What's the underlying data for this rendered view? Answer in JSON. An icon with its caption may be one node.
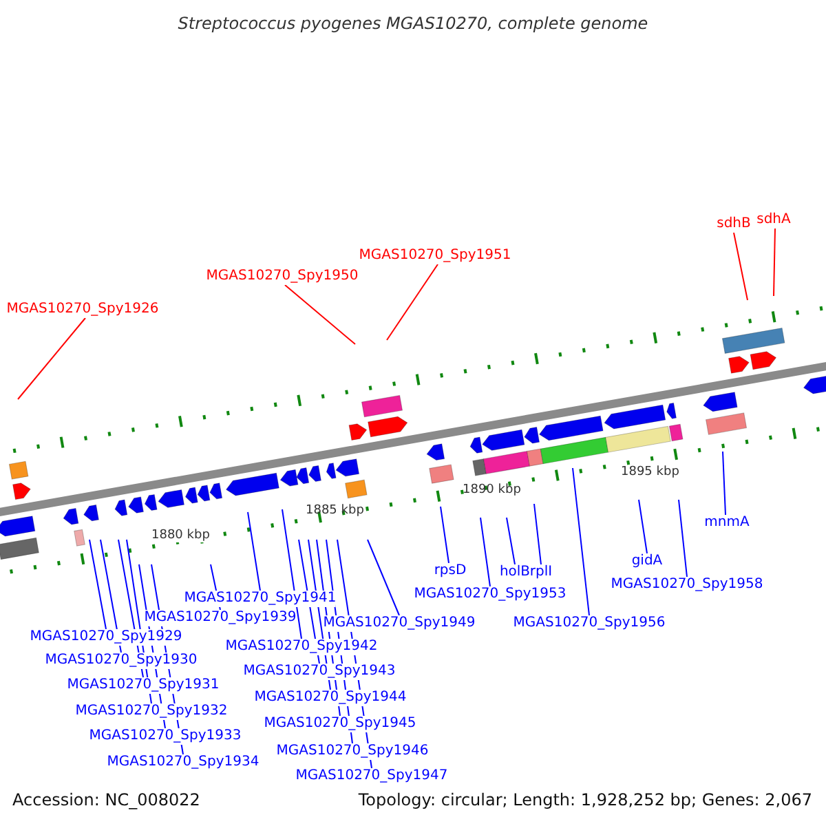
{
  "diagram": {
    "title": "Streptococcus pyogenes MGAS10270, complete genome",
    "nodes": [
      {
        "text": [
          "MGAS10270_Spy1926"
        ]
      },
      {
        "text": [
          "MGAS10270_Spy1950"
        ]
      },
      {
        "text": [
          "MGAS10270_Spy1951"
        ]
      },
      {
        "text": [
          "sdhB"
        ]
      },
      {
        "text": [
          "sdhA"
        ]
      },
      {
        "text": [
          "MGAS10270_Spy1929"
        ]
      },
      {
        "text": [
          "MGAS10270_Spy1930"
        ]
      },
      {
        "text": [
          "MGAS10270_Spy1931"
        ]
      },
      {
        "text": [
          "MGAS10270_Spy1932"
        ]
      },
      {
        "text": [
          "MGAS10270_Spy1933"
        ]
      },
      {
        "text": [
          "MGAS10270_Spy1934"
        ]
      },
      {
        "text": [
          "MGAS10270_Spy1939"
        ]
      },
      {
        "text": [
          "MGAS10270_Spy1941"
        ]
      },
      {
        "text": [
          "MGAS10270_Spy1942"
        ]
      },
      {
        "text": [
          "MGAS10270_Spy1943"
        ]
      },
      {
        "text": [
          "MGAS10270_Spy1944"
        ]
      },
      {
        "text": [
          "MGAS10270_Spy1945"
        ]
      },
      {
        "text": [
          "MGAS10270_Spy1946"
        ]
      },
      {
        "text": [
          "MGAS10270_Spy1947"
        ]
      },
      {
        "text": [
          "MGAS10270_Spy1949"
        ]
      },
      {
        "text": [
          "rpsD"
        ]
      },
      {
        "text": [
          "MGAS10270_Spy1953"
        ]
      },
      {
        "text": [
          "holB"
        ]
      },
      {
        "text": [
          "rplI"
        ]
      },
      {
        "text": [
          "MGAS10270_Spy1956"
        ]
      },
      {
        "text": [
          "gidA"
        ]
      },
      {
        "text": [
          "MGAS10270_Spy1958"
        ]
      },
      {
        "text": [
          "mnmA"
        ]
      }
    ],
    "edges": [
      {
        "from": 0,
        "to": null,
        "arrow": "none",
        "color": "#ff0000"
      },
      {
        "from": 1,
        "to": null,
        "arrow": "none",
        "color": "#ff0000"
      },
      {
        "from": 2,
        "to": null,
        "arrow": "none",
        "color": "#ff0000"
      },
      {
        "from": 3,
        "to": null,
        "arrow": "none",
        "color": "#ff0000"
      },
      {
        "from": 4,
        "to": null,
        "arrow": "none",
        "color": "#ff0000"
      },
      {
        "from": 5,
        "to": null,
        "arrow": "none"
      },
      {
        "from": 6,
        "to": null,
        "arrow": "none"
      },
      {
        "from": 7,
        "to": null,
        "arrow": "none"
      },
      {
        "from": 8,
        "to": null,
        "arrow": "none"
      },
      {
        "from": 9,
        "to": null,
        "arrow": "none"
      },
      {
        "from": 10,
        "to": null,
        "arrow": "none"
      },
      {
        "from": 11,
        "to": null,
        "arrow": "none"
      },
      {
        "from": 12,
        "to": null,
        "arrow": "none"
      },
      {
        "from": 13,
        "to": null,
        "arrow": "none"
      },
      {
        "from": 14,
        "to": null,
        "arrow": "none"
      },
      {
        "from": 15,
        "to": null,
        "arrow": "none"
      },
      {
        "from": 16,
        "to": null,
        "arrow": "none"
      },
      {
        "from": 17,
        "to": null,
        "arrow": "none"
      },
      {
        "from": 18,
        "to": null,
        "arrow": "none"
      },
      {
        "from": 19,
        "to": null,
        "arrow": "none"
      },
      {
        "from": 20,
        "to": null,
        "arrow": "none"
      },
      {
        "from": 21,
        "to": null,
        "arrow": "none"
      },
      {
        "from": 22,
        "to": null,
        "arrow": "none"
      },
      {
        "from": 23,
        "to": null,
        "arrow": "none"
      },
      {
        "from": 24,
        "to": null,
        "arrow": "none"
      },
      {
        "from": 25,
        "to": null,
        "arrow": "none"
      },
      {
        "from": 26,
        "to": null,
        "arrow": "none"
      },
      {
        "from": 27,
        "to": null,
        "arrow": "none"
      }
    ],
    "labels": [
      "1880 kbp",
      "1885 kbp",
      "1890 kbp",
      "1895 kbp",
      "Accession: NC_008022",
      "Topology: circular; Length: 1,928,252 bp; Genes: 2,067"
    ]
  }
}
